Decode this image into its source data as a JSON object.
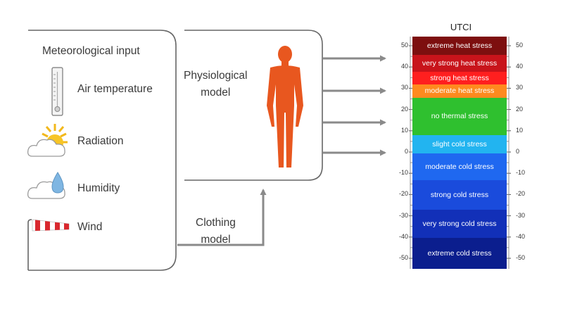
{
  "inputs": {
    "title": "Meteorological input",
    "items": [
      {
        "label": "Air temperature",
        "icon": "thermometer-icon"
      },
      {
        "label": "Radiation",
        "icon": "sun-cloud-icon"
      },
      {
        "label": "Humidity",
        "icon": "cloud-droplet-icon"
      },
      {
        "label": "Wind",
        "icon": "windsock-icon"
      }
    ]
  },
  "physiological_model": {
    "line1": "Physiological",
    "line2": "model"
  },
  "clothing_model": {
    "line1": "Clothing",
    "line2": "model"
  },
  "utci": {
    "title": "UTCI",
    "scale_ticks": [
      50,
      40,
      30,
      20,
      10,
      0,
      -10,
      -20,
      -30,
      -40,
      -50
    ],
    "bands": [
      {
        "label": "extreme heat stress",
        "color": "#7d0f0f"
      },
      {
        "label": "very strong heat stress",
        "color": "#c8141b"
      },
      {
        "label": "strong heat stress",
        "color": "#ff1f1f"
      },
      {
        "label": "moderate heat stress",
        "color": "#ff8a1f"
      },
      {
        "label": "no thermal stress",
        "color": "#2fc02f"
      },
      {
        "label": "slight cold stress",
        "color": "#22b4f0"
      },
      {
        "label": "moderate cold stress",
        "color": "#1f68f0"
      },
      {
        "label": "strong cold stress",
        "color": "#1a4bdc"
      },
      {
        "label": "very strong cold stress",
        "color": "#1230b8"
      },
      {
        "label": "extreme cold stress",
        "color": "#0b1e8e"
      }
    ]
  },
  "colors": {
    "line": "#666666",
    "arrow": "#8a8a8a",
    "human": "#e8571f"
  }
}
